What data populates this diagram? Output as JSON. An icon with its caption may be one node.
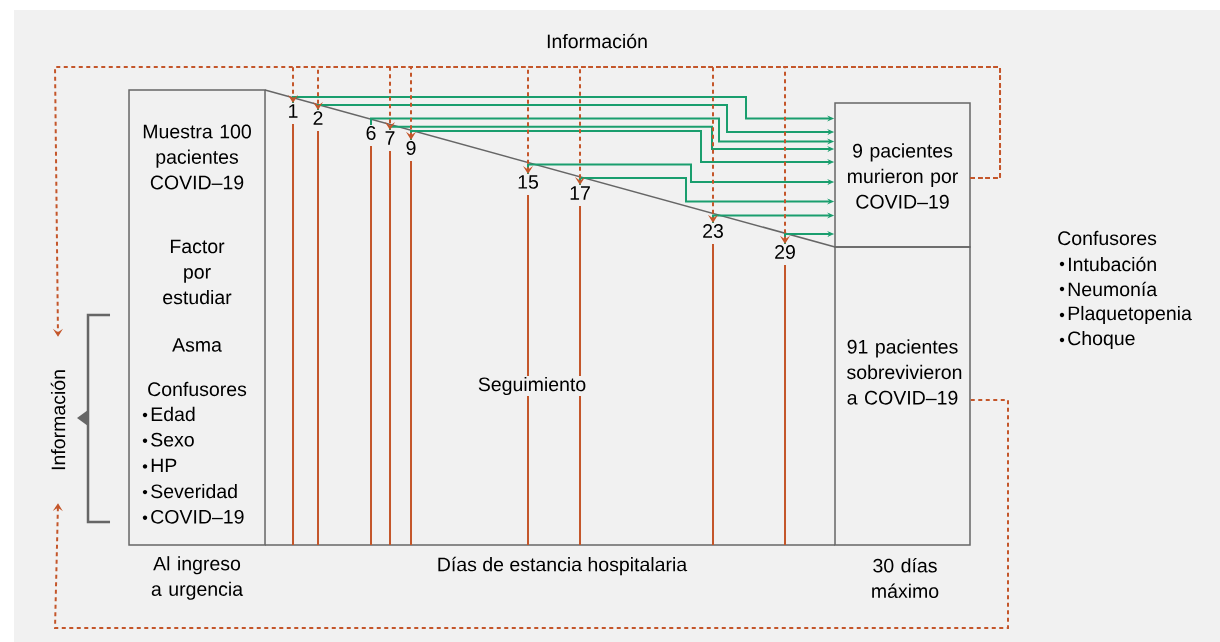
{
  "diagram": {
    "nodes": [
      {
        "text": [
          "Muestra 100 pacientes COVID–19",
          "Factor por estudiar",
          "Asma",
          "Confusores",
          "Edad",
          "Sexo",
          "HP",
          "Severidad",
          "COVID–19"
        ],
        "beside": [
          "Al ingreso a urgencia"
        ]
      },
      {
        "text": [
          "9 pacientes murieron por COVID–19"
        ]
      },
      {
        "text": [
          "91 pacientes sobrevivieron a COVID–19"
        ],
        "beside": [
          "30 días máximo"
        ]
      },
      {
        "text": [
          "1"
        ]
      },
      {
        "text": [
          "2"
        ]
      },
      {
        "text": [
          "6"
        ]
      },
      {
        "text": [
          "7"
        ]
      },
      {
        "text": [
          "9"
        ]
      },
      {
        "text": [
          "15"
        ]
      },
      {
        "text": [
          "17"
        ]
      },
      {
        "text": [
          "23"
        ]
      },
      {
        "text": [
          "29"
        ]
      },
      {
        "text": [
          "Información"
        ]
      }
    ],
    "edges": [
      {
        "from": 3,
        "to": 1,
        "arrow": "to",
        "color": "#1a9e6e"
      },
      {
        "from": 4,
        "to": 1,
        "arrow": "to",
        "color": "#1a9e6e"
      },
      {
        "from": 5,
        "to": 1,
        "arrow": "to",
        "color": "#1a9e6e"
      },
      {
        "from": 6,
        "to": 1,
        "arrow": "to",
        "color": "#1a9e6e"
      },
      {
        "from": 7,
        "to": 1,
        "arrow": "to",
        "color": "#1a9e6e"
      },
      {
        "from": 8,
        "to": 1,
        "arrow": "to",
        "color": "#1a9e6e"
      },
      {
        "from": 9,
        "to": 1,
        "arrow": "to",
        "color": "#1a9e6e"
      },
      {
        "from": 10,
        "to": 1,
        "arrow": "to",
        "color": "#1a9e6e"
      },
      {
        "from": 11,
        "to": 1,
        "arrow": "to",
        "color": "#1a9e6e"
      },
      {
        "from": 1,
        "to": 3,
        "arrow": "to",
        "style": "dashed"
      },
      {
        "from": 1,
        "to": 4,
        "arrow": "to",
        "style": "dashed"
      },
      {
        "from": 1,
        "to": 6,
        "arrow": "to",
        "style": "dashed"
      },
      {
        "from": 1,
        "to": 7,
        "arrow": "to",
        "style": "dashed"
      },
      {
        "from": 1,
        "to": 8,
        "arrow": "to",
        "style": "dashed"
      },
      {
        "from": 1,
        "to": 9,
        "arrow": "to",
        "style": "dashed"
      },
      {
        "from": 1,
        "to": 10,
        "arrow": "to",
        "style": "dashed"
      },
      {
        "from": 1,
        "to": 11,
        "arrow": "to",
        "style": "dashed"
      },
      {
        "from": 1,
        "to": 12,
        "arrow": "to",
        "style": "dashed"
      },
      {
        "from": 2,
        "to": 12,
        "arrow": "to",
        "style": "dashed"
      }
    ],
    "labels": [
      "Información",
      "Seguimiento",
      "Días de estancia hospitalaria",
      "Confusores",
      "Intubación",
      "Neumonía",
      "Plaquetopenia",
      "Choque"
    ]
  }
}
